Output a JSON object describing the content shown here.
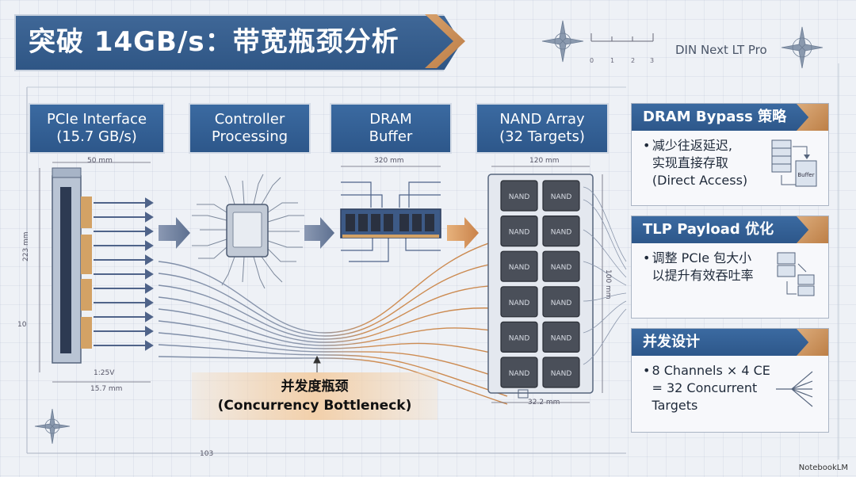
{
  "title": "突破 14GB/s：带宽瓶颈分析",
  "font_label": "DIN Next LT Pro",
  "ruler_ticks": [
    "0",
    "1",
    "2",
    "3"
  ],
  "stages": [
    {
      "line1": "PCIe Interface",
      "line2": "(15.7 GB/s)"
    },
    {
      "line1": "Controller",
      "line2": "Processing"
    },
    {
      "line1": "DRAM",
      "line2": "Buffer"
    },
    {
      "line1": "NAND Array",
      "line2": "(32 Targets)"
    }
  ],
  "dimensions": {
    "pcie_width": "50 mm",
    "pcie_height": "223 mm",
    "pcie_bottom": "15.7 mm",
    "pcie_ratio": "1:25V",
    "dram_width": "320 mm",
    "nand_width": "120 mm",
    "nand_height": "100 mm",
    "nand_bottom": "32.2 mm",
    "frame_left": "10",
    "frame_bottom": "103"
  },
  "nand_chip_label": "NAND",
  "bottleneck": {
    "line1": "并发度瓶颈",
    "line2": "(Concurrency Bottleneck)"
  },
  "side_cards": [
    {
      "title": "DRAM Bypass 策略",
      "bullet": "•",
      "lines": [
        "减少往返延迟,",
        "实现直接存取",
        "(Direct Access)"
      ],
      "icon_text": "Buffer"
    },
    {
      "title": "TLP Payload 优化",
      "bullet": "•",
      "lines": [
        "调整 PCIe 包大小",
        "以提升有效吞吐率"
      ]
    },
    {
      "title": "并发设计",
      "bullet": "•",
      "lines": [
        "8 Channels × 4 CE",
        "= 32 Concurrent",
        "Targets"
      ]
    }
  ],
  "watermark": "NotebookLM",
  "colors": {
    "primary": "#2f5685",
    "accent": "#c48a52",
    "arrow_flow": "#5a6f94"
  }
}
